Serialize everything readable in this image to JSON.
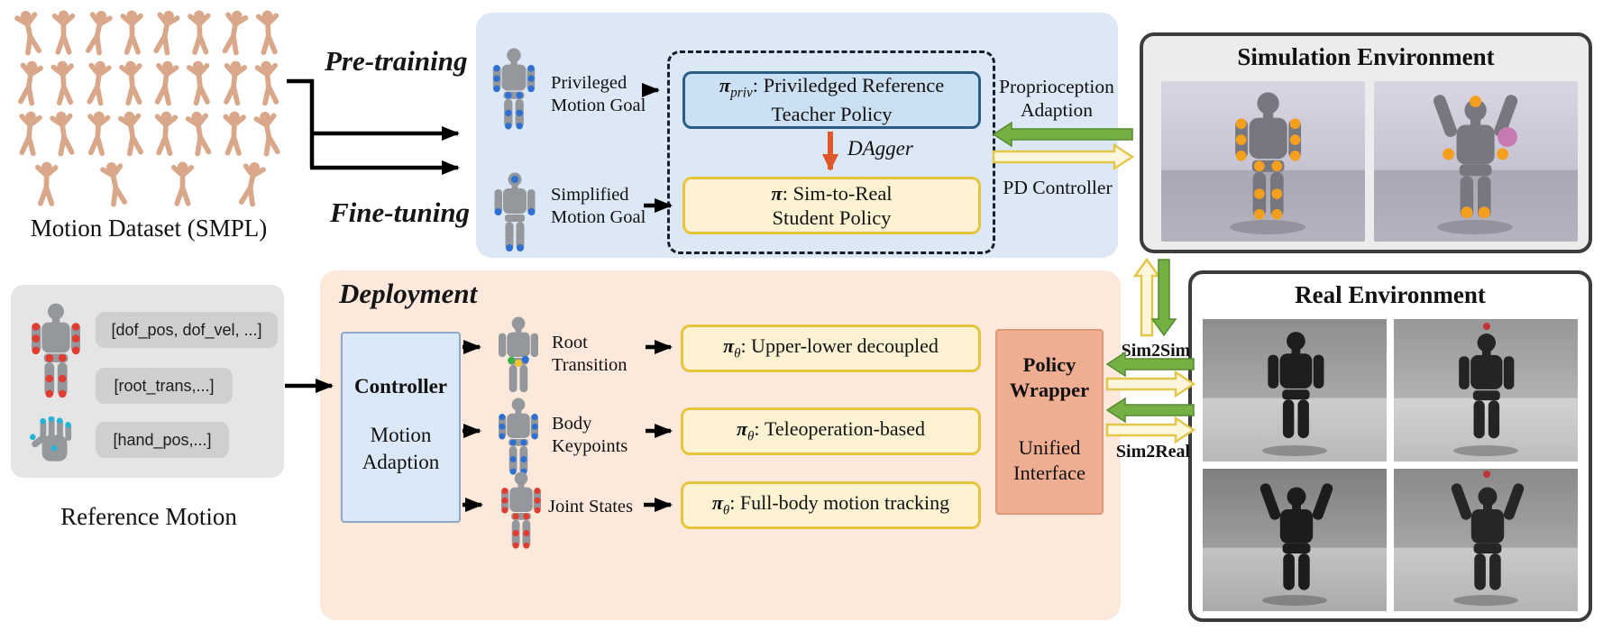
{
  "colors": {
    "pretrain_bg": "#dce8f5",
    "deploy_bg": "#fce9dc",
    "teacher_fill": "#cbe0f2",
    "teacher_border": "#2a5d86",
    "policy_fill": "#fdf3d2",
    "policy_border": "#e7c43e",
    "wrapper_fill": "#efae92",
    "controller_fill": "#dbe8f7",
    "green_arrow": "#74b043",
    "yellow_arrow": "#e7c43e",
    "dagger_arrow": "#e0582a"
  },
  "dataset": {
    "label": "Motion Dataset (SMPL)",
    "figure_count": 28
  },
  "reference": {
    "label": "Reference Motion",
    "pills": [
      "[dof_pos, dof_vel, ...]",
      "[root_trans,...]",
      "[hand_pos,...]"
    ]
  },
  "stages": {
    "pretraining": "Pre-training",
    "finetuning": "Fine-tuning",
    "deployment": "Deployment"
  },
  "pretrain": {
    "privileged_goal": "Privileged Motion Goal",
    "simplified_goal": "Simplified Motion Goal",
    "teacher": {
      "pi": "π",
      "sub": "priv",
      "line1_rest": ": Priviledged Reference",
      "line2": "Teacher Policy"
    },
    "dagger": "DAgger",
    "student": {
      "pi": "π",
      "line1_rest": ": Sim-to-Real",
      "line2": "Student Policy"
    },
    "proprioception": "Proprioception Adaption",
    "pd_controller": "PD Controller"
  },
  "deployment": {
    "controller_title": "Controller",
    "controller_sub": "Motion Adaption",
    "rows": [
      {
        "goal": "Root Transition",
        "pi": "π",
        "sub": "θ",
        "rest": ": Upper-lower decoupled"
      },
      {
        "goal": "Body Keypoints",
        "pi": "π",
        "sub": "θ",
        "rest": ": Teleoperation-based"
      },
      {
        "goal": "Joint States",
        "pi": "π",
        "sub": "θ",
        "rest": ": Full-body motion tracking"
      }
    ],
    "wrapper_title": "Policy Wrapper",
    "wrapper_sub": "Unified Interface"
  },
  "environments": {
    "simulation_title": "Simulation Environment",
    "real_title": "Real Environment",
    "sim2sim": "Sim2Sim",
    "sim2real": "Sim2Real"
  }
}
